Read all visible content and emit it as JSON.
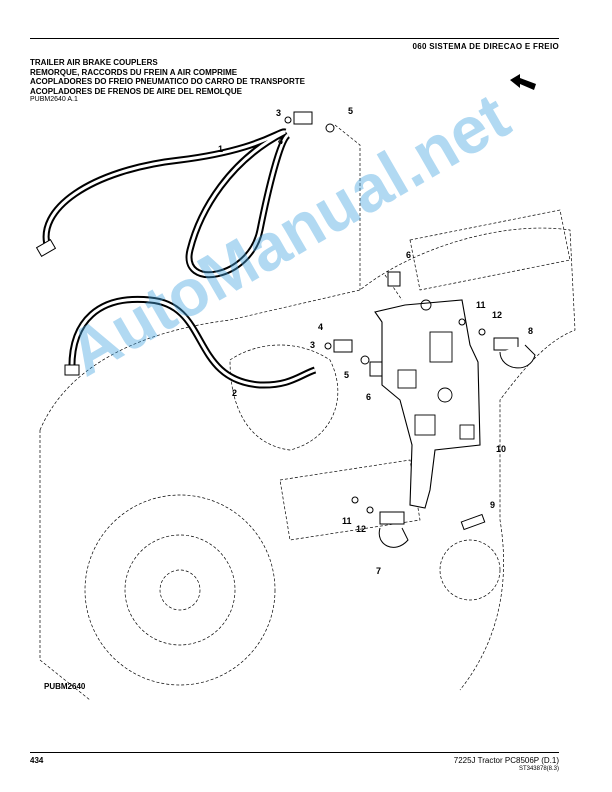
{
  "header": {
    "section": "060 SISTEMA DE DIRECAO E FREIO"
  },
  "titles": [
    "TRAILER AIR BRAKE COUPLERS",
    "REMORQUE, RACCORDS DU FREIN A AIR COMPRIME",
    "ACOPLADORES DO FREIO PNEUMATICO DO CARRO DE TRANSPORTE",
    "ACOPLADORES DE FRENOS DE AIRE DEL REMOLQUE"
  ],
  "reference": "PUBM2640 A.1",
  "illustration_code": "PUBM2640",
  "callouts": [
    "1",
    "2",
    "3",
    "4",
    "5",
    "4",
    "3",
    "5",
    "6",
    "6",
    "11",
    "12",
    "8",
    "10",
    "11",
    "12",
    "9",
    "7"
  ],
  "watermark": "AutoManual.net",
  "footer": {
    "page_number": "434",
    "model": "7225J Tractor   PC8506P   (D.1)",
    "doc_ref": "ST343878(8.3)"
  },
  "colors": {
    "watermark": "#46a5e1",
    "ink": "#000000"
  }
}
